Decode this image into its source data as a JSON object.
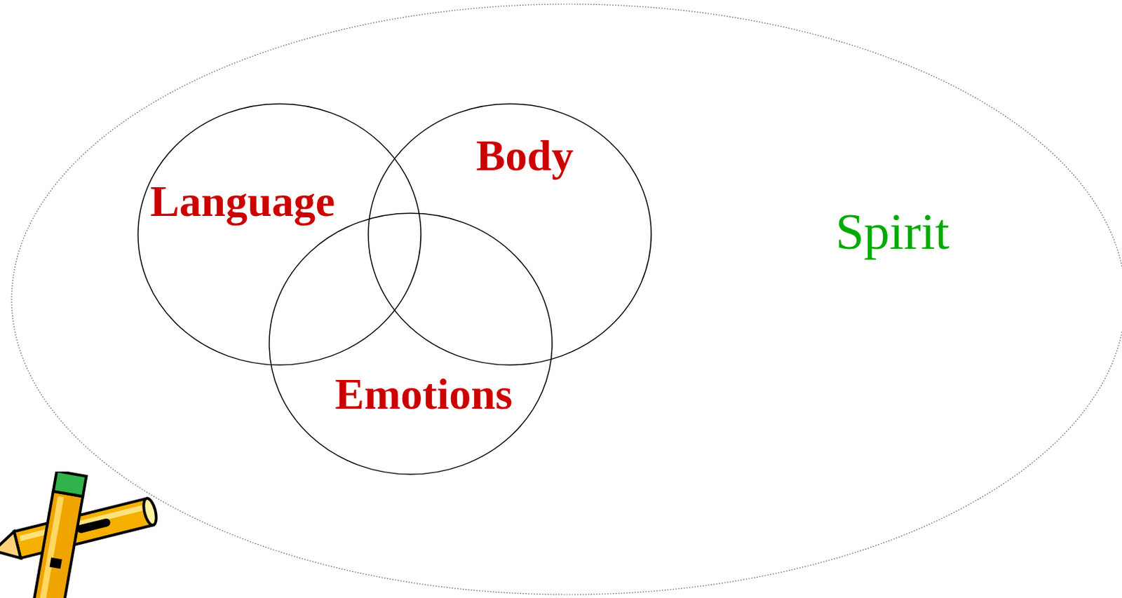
{
  "diagram": {
    "nodes": [
      {
        "text": [
          "Spirit"
        ]
      },
      {
        "text": [
          "Language"
        ],
        "in": 0
      },
      {
        "text": [
          "Body"
        ],
        "in": 0
      },
      {
        "text": [
          "Emotions"
        ],
        "in": 0
      }
    ]
  }
}
